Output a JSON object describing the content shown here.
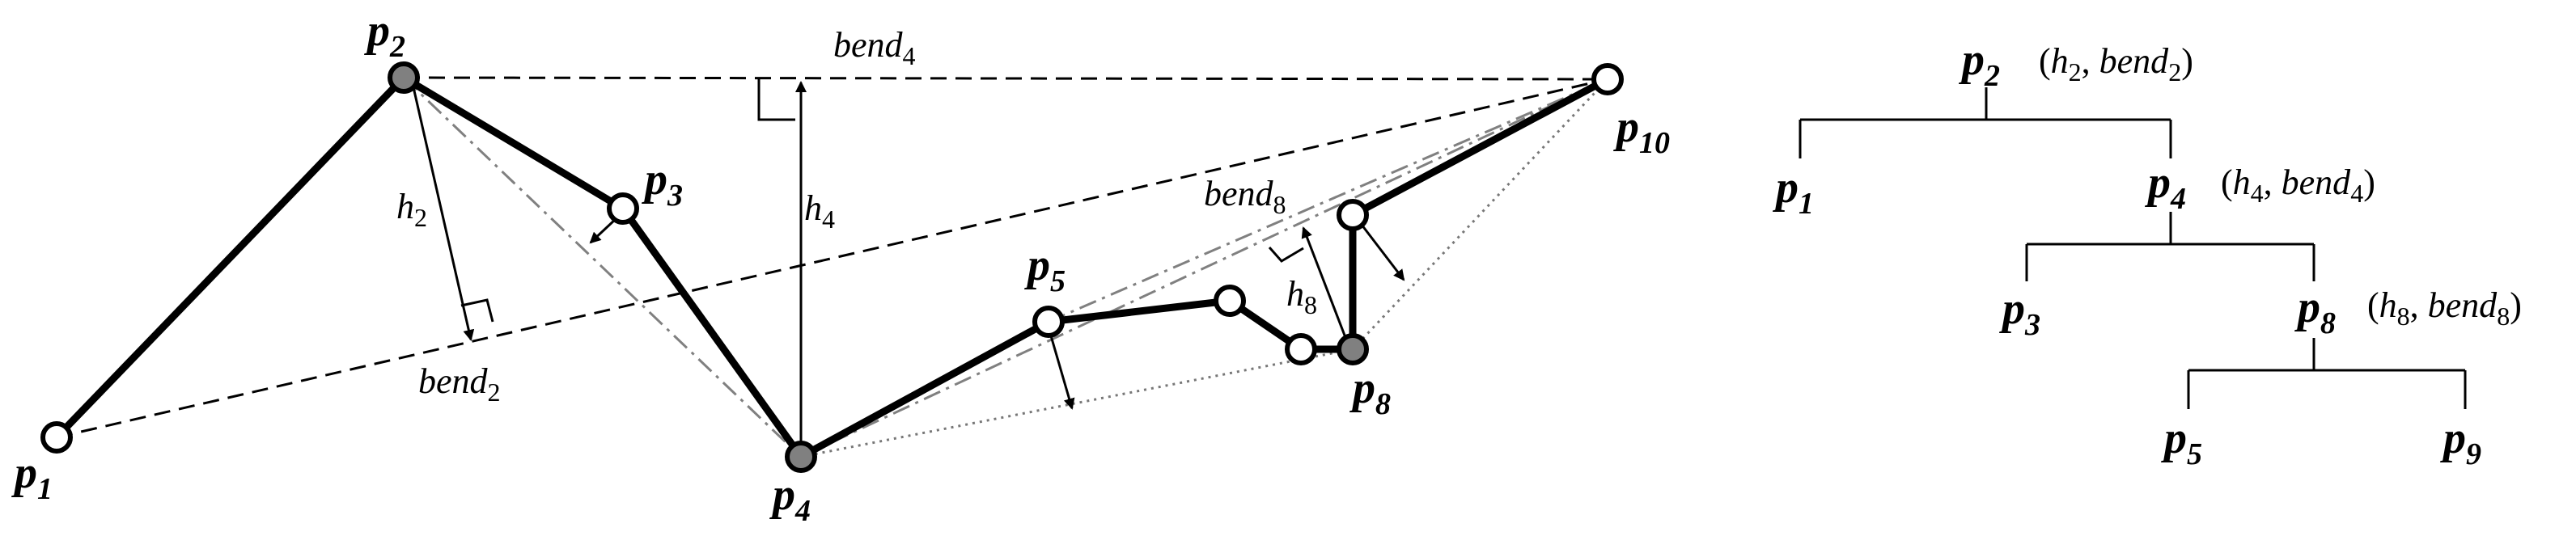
{
  "figure": {
    "points": [
      {
        "id": "p1",
        "name": "p",
        "sub": "1",
        "style": "open"
      },
      {
        "id": "p2",
        "name": "p",
        "sub": "2",
        "style": "filled"
      },
      {
        "id": "p3",
        "name": "p",
        "sub": "3",
        "style": "open"
      },
      {
        "id": "p4",
        "name": "p",
        "sub": "4",
        "style": "filled"
      },
      {
        "id": "p5",
        "name": "p",
        "sub": "5",
        "style": "open"
      },
      {
        "id": "p6",
        "name": "",
        "sub": "",
        "style": "open"
      },
      {
        "id": "p7",
        "name": "",
        "sub": "",
        "style": "open"
      },
      {
        "id": "p8",
        "name": "p",
        "sub": "8",
        "style": "filled"
      },
      {
        "id": "p9",
        "name": "",
        "sub": "",
        "style": "open"
      },
      {
        "id": "p10",
        "name": "p",
        "sub": "10",
        "style": "open"
      }
    ],
    "labels": {
      "h2": {
        "base": "h",
        "sub": "2"
      },
      "h4": {
        "base": "h",
        "sub": "4"
      },
      "h8": {
        "base": "h",
        "sub": "8"
      },
      "bend2": {
        "base": "bend",
        "sub": "2"
      },
      "bend4": {
        "base": "bend",
        "sub": "4"
      },
      "bend8": {
        "base": "bend",
        "sub": "8"
      }
    }
  },
  "tree": {
    "nodes": [
      {
        "id": "t-p2",
        "name": "p",
        "sub": "2",
        "annotation": {
          "h_sub": "2",
          "bend_sub": "2"
        }
      },
      {
        "id": "t-p1",
        "name": "p",
        "sub": "1"
      },
      {
        "id": "t-p4",
        "name": "p",
        "sub": "4",
        "annotation": {
          "h_sub": "4",
          "bend_sub": "4"
        }
      },
      {
        "id": "t-p3",
        "name": "p",
        "sub": "3"
      },
      {
        "id": "t-p8",
        "name": "p",
        "sub": "8",
        "annotation": {
          "h_sub": "8",
          "bend_sub": "8"
        }
      },
      {
        "id": "t-p5",
        "name": "p",
        "sub": "5"
      },
      {
        "id": "t-p9",
        "name": "p",
        "sub": "9"
      }
    ],
    "annotation_text": {
      "open": "(",
      "h": "h",
      "sep": ", ",
      "bend": "bend",
      "close": ")"
    }
  },
  "colors": {
    "stroke": "#000000",
    "filled_point": "#808080",
    "open_point": "#ffffff",
    "aux_dashdot": "#808080",
    "aux_dotted": "#777777"
  }
}
